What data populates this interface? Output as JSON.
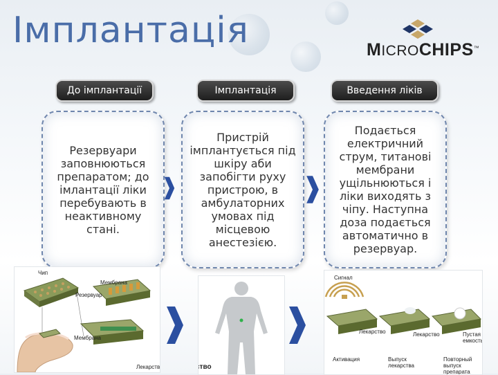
{
  "title": "Імплантація",
  "logo": {
    "prefix": "M",
    "small_caps": "ICRO",
    "bold": "CHIPS",
    "mark": "™"
  },
  "steps": [
    {
      "header": "До імплантації",
      "text": "Резервуари заповнюються препаратом; до імлантації ліки перебувають в неактивному стані."
    },
    {
      "header": "Імплантація",
      "text": "Пристрій імплантується під шкіру аби запобігти руху пристрою, в амбулаторних умовах під місцевою анестезією."
    },
    {
      "header": "Введення ліків",
      "text": "Подається електричний струм, титанові мембрани ущільнюються і ліки виходять з чіпу. Наступна доза подається автоматично в резервуар."
    }
  ],
  "diagram1": {
    "chip": "Чип",
    "membrane": "Мембрана",
    "reservoir": "Резервуар",
    "membrane2": "Мембрана",
    "drug": "Лекарства"
  },
  "diagram2": {
    "caption": "ство"
  },
  "diagram3": {
    "signal": "Сигнал",
    "drug_a": "Лекарство",
    "drug_b": "Лекарство",
    "empty": "Пустая емкость",
    "activation": "Активация",
    "release": "Выпуск лекарства",
    "repeat": "Повторный выпуск препарата"
  },
  "colors": {
    "title": "#4a6da8",
    "arrow": "#2b4fa0",
    "card_border": "#6f86ad"
  }
}
